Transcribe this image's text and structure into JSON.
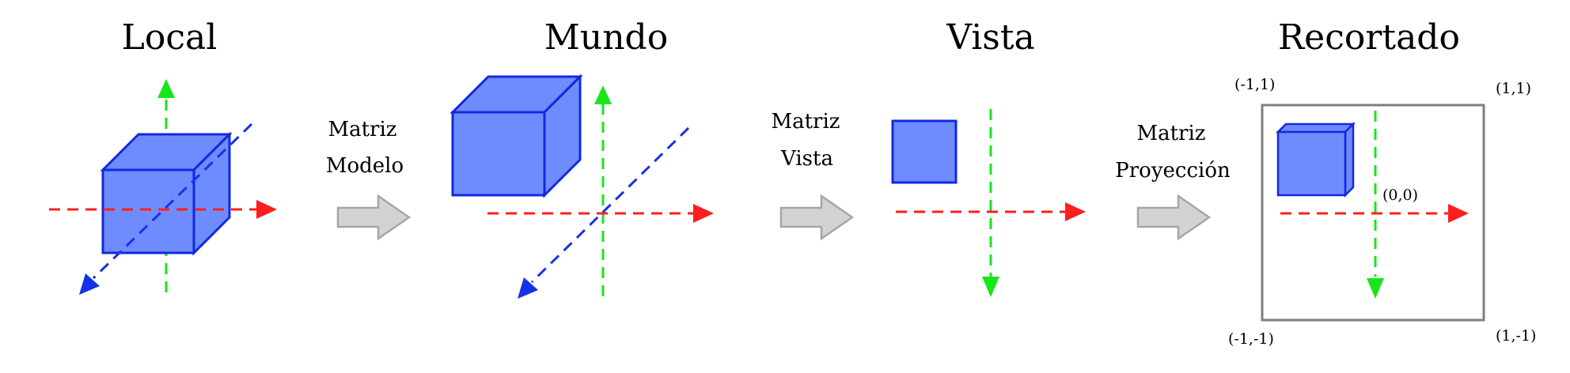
{
  "colors": {
    "cube_fill": "#6f8cff",
    "cube_stroke": "#1228e0",
    "x_axis": "#ff1e1e",
    "y_axis": "#19e619",
    "z_axis": "#1433e8",
    "arrow_fill": "#d3d3d3",
    "arrow_stroke": "#a6a6a6",
    "frame": "#7f7f7f"
  },
  "stages": [
    {
      "title": "Local"
    },
    {
      "title": "Mundo"
    },
    {
      "title": "Vista"
    },
    {
      "title": "Recortado"
    }
  ],
  "transforms": [
    {
      "line1": "Matriz",
      "line2": "Modelo"
    },
    {
      "line1": "Matriz",
      "line2": "Vista"
    },
    {
      "line1": "Matriz",
      "line2": "Proyección"
    }
  ],
  "clip_space": {
    "top_left": "(-1,1)",
    "top_right": "(1,1)",
    "bottom_left": "(-1,-1)",
    "bottom_right": "(1,-1)",
    "origin": "(0,0)"
  }
}
